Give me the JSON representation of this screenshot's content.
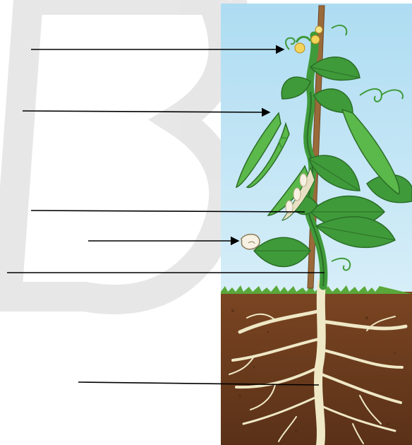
{
  "diagram": {
    "subject": "bean plant",
    "label_lines": [
      {
        "id": "flower"
      },
      {
        "id": "pod"
      },
      {
        "id": "leaf"
      },
      {
        "id": "seed"
      },
      {
        "id": "stem"
      },
      {
        "id": "root"
      }
    ],
    "colors": {
      "sky": "#bfe3f5",
      "soil": "#6b3b1c",
      "grass": "#5aa83a",
      "leaf": "#3f9a3a",
      "leaf_dark": "#2b6e27",
      "stake": "#9a6a3a",
      "root": "#efe8c6",
      "flower": "#f3d35a",
      "watermark": "#dcdcdc",
      "line": "#000000"
    }
  }
}
